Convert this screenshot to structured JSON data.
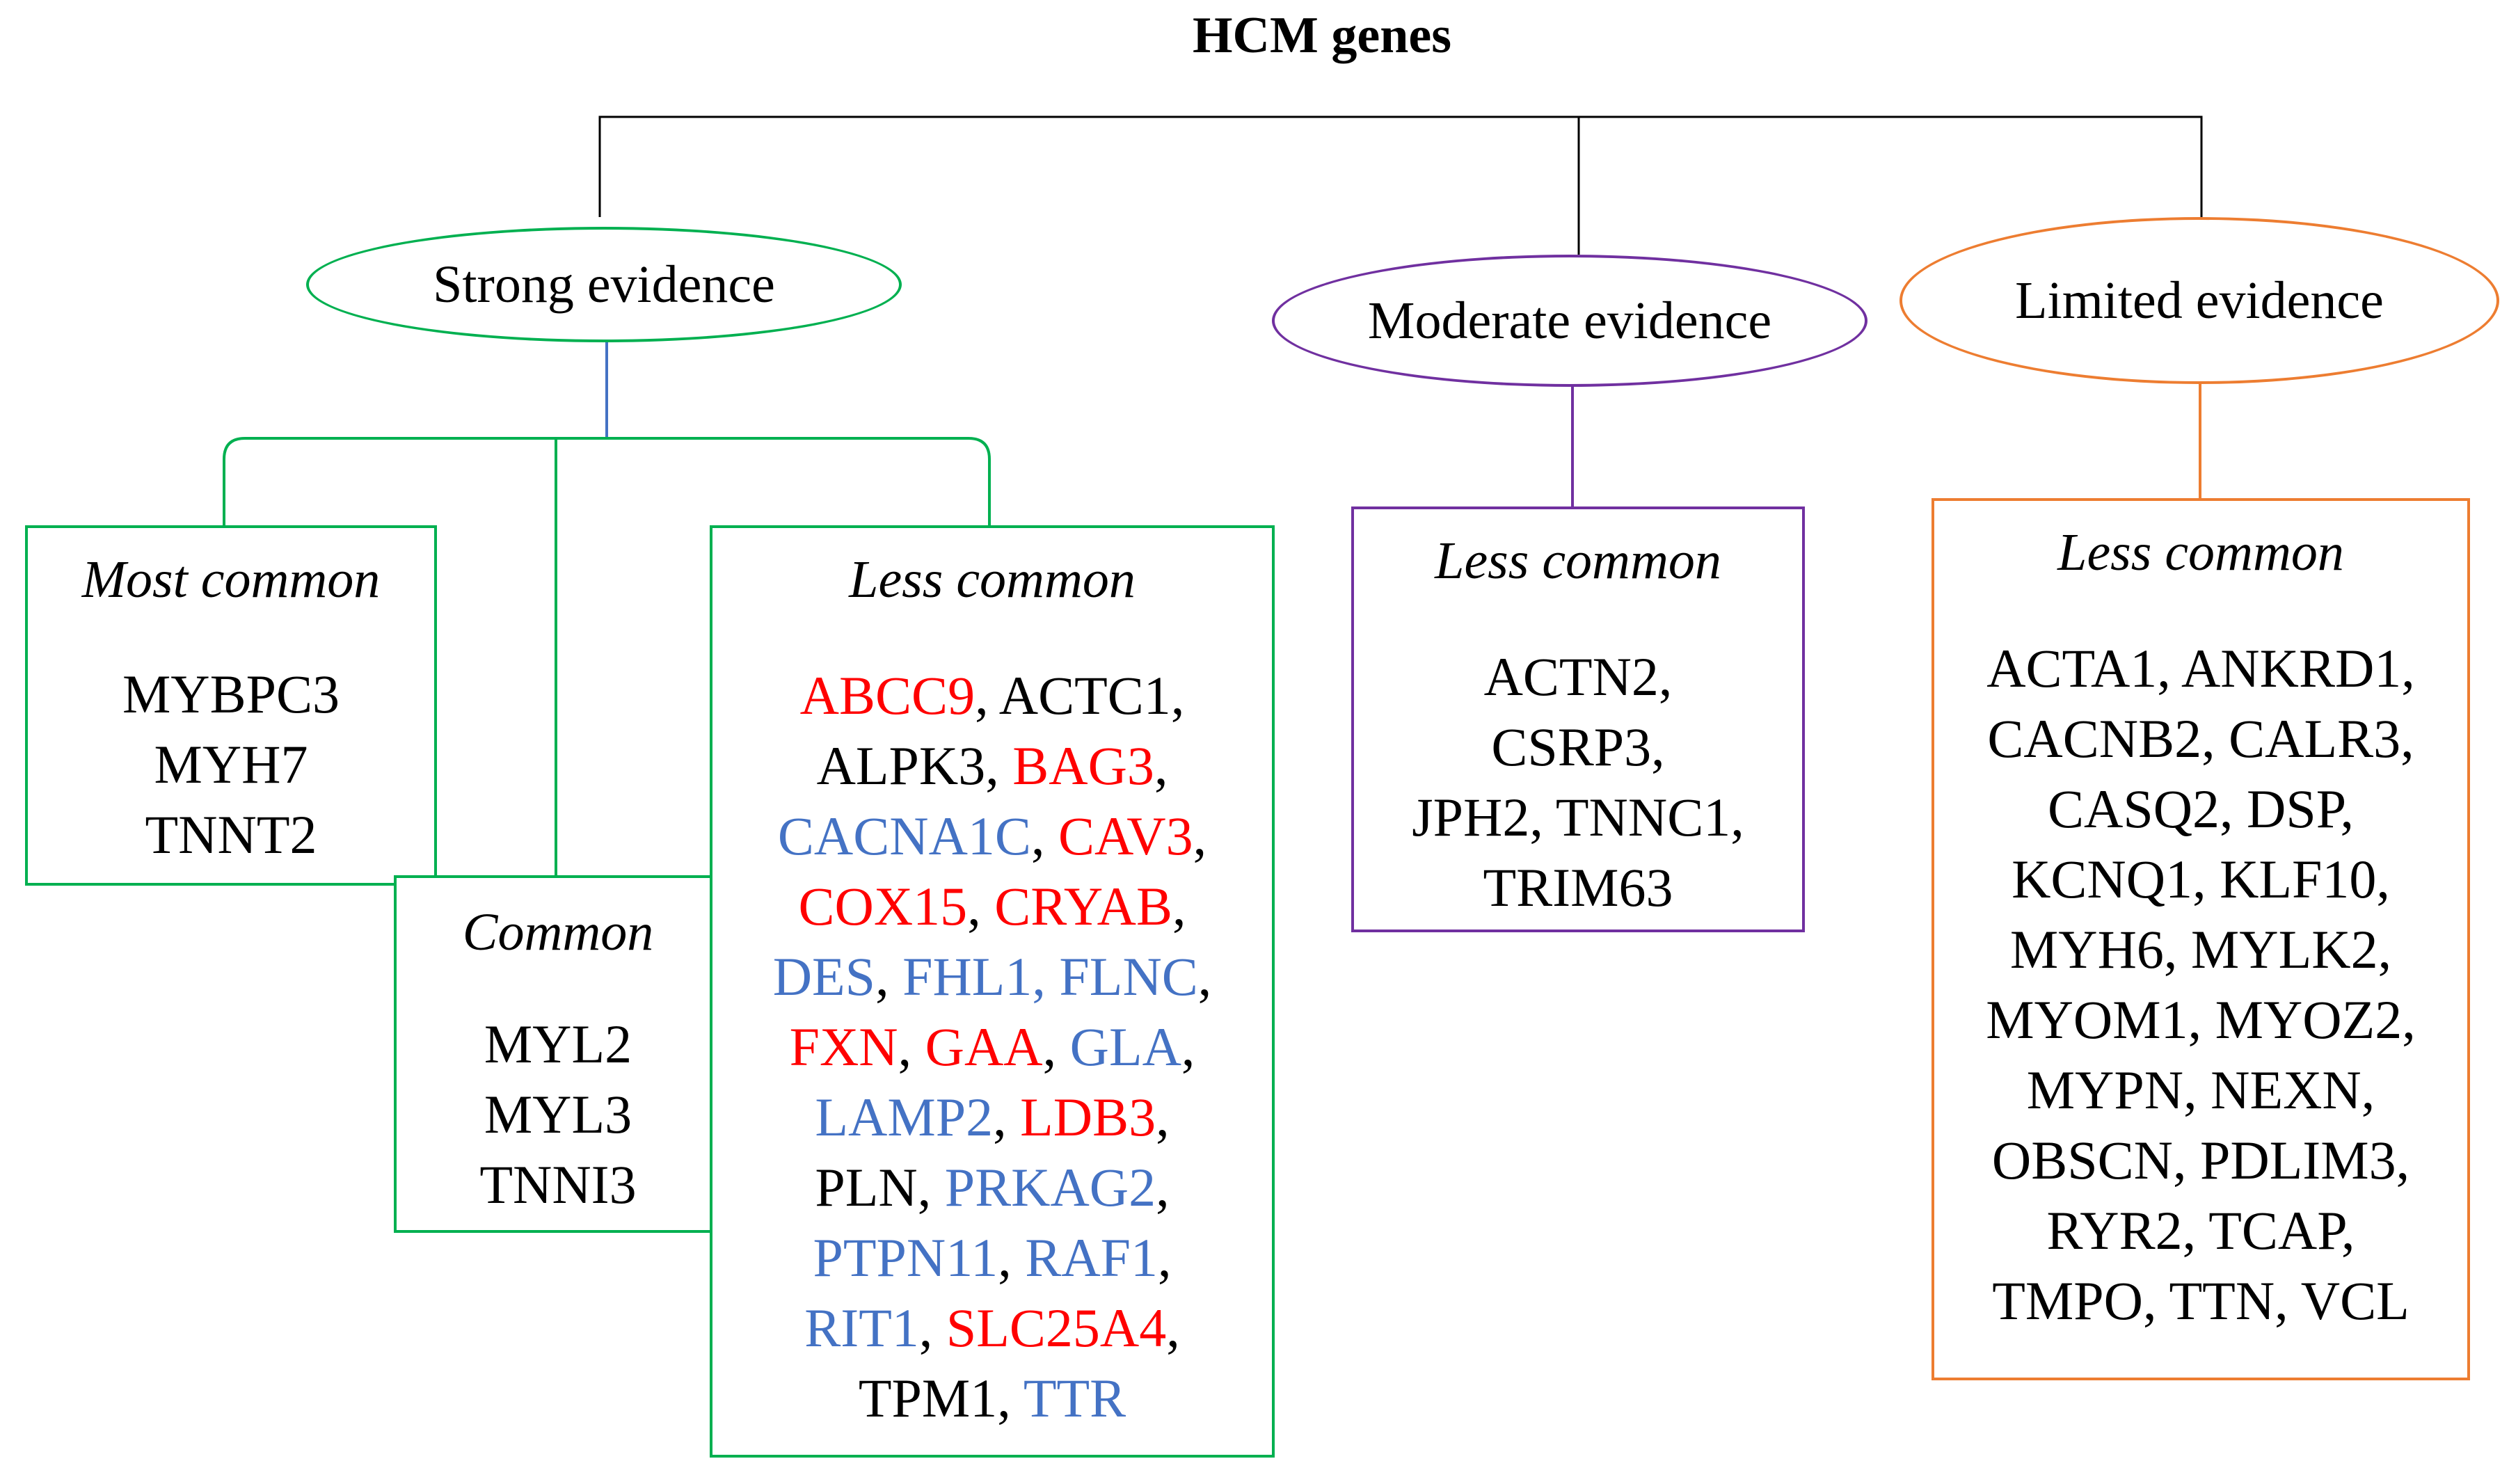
{
  "title": "HCM genes",
  "colors": {
    "strong": "#00b050",
    "moderate": "#7030a0",
    "limited": "#ed7d31",
    "connector_blue": "#4472c4",
    "gene_red": "#ff0000",
    "gene_blue": "#4472c4",
    "gene_black": "#000000"
  },
  "legend_note": "",
  "categories": {
    "strong": {
      "label": "Strong evidence",
      "most_common": {
        "title": "Most common",
        "genes": [
          "MYBPC3",
          "MYH7",
          "TNNT2"
        ]
      },
      "common": {
        "title": "Common",
        "genes": [
          "MYL2",
          "MYL3",
          "TNNI3"
        ]
      },
      "less_common": {
        "title": "Less common",
        "lines": [
          [
            {
              "t": "ABCC9",
              "c": "red"
            },
            {
              "t": ", ",
              "c": "black"
            },
            {
              "t": "ACTC1",
              "c": "black"
            },
            {
              "t": ",",
              "c": "black"
            }
          ],
          [
            {
              "t": "ALPK3",
              "c": "black"
            },
            {
              "t": ", ",
              "c": "black"
            },
            {
              "t": "BAG3",
              "c": "red"
            },
            {
              "t": ",",
              "c": "black"
            }
          ],
          [
            {
              "t": "CACNA1C",
              "c": "blue"
            },
            {
              "t": ", ",
              "c": "black"
            },
            {
              "t": "CAV3",
              "c": "red"
            },
            {
              "t": ",",
              "c": "black"
            }
          ],
          [
            {
              "t": "COX15",
              "c": "red"
            },
            {
              "t": ", ",
              "c": "black"
            },
            {
              "t": "CRYAB",
              "c": "red"
            },
            {
              "t": ",",
              "c": "black"
            }
          ],
          [
            {
              "t": "DES",
              "c": "blue"
            },
            {
              "t": ", ",
              "c": "black"
            },
            {
              "t": "FHL1, FLNC",
              "c": "blue"
            },
            {
              "t": ",",
              "c": "black"
            }
          ],
          [
            {
              "t": "FXN",
              "c": "red"
            },
            {
              "t": ", ",
              "c": "black"
            },
            {
              "t": "GAA",
              "c": "red"
            },
            {
              "t": ", ",
              "c": "black"
            },
            {
              "t": "GLA",
              "c": "blue"
            },
            {
              "t": ",",
              "c": "black"
            }
          ],
          [
            {
              "t": "LAMP2",
              "c": "blue"
            },
            {
              "t": ", ",
              "c": "black"
            },
            {
              "t": "LDB3",
              "c": "red"
            },
            {
              "t": ",",
              "c": "black"
            }
          ],
          [
            {
              "t": "PLN",
              "c": "black"
            },
            {
              "t": ", ",
              "c": "black"
            },
            {
              "t": "PRKAG2",
              "c": "blue"
            },
            {
              "t": ",",
              "c": "black"
            }
          ],
          [
            {
              "t": "PTPN11",
              "c": "blue"
            },
            {
              "t": ", ",
              "c": "black"
            },
            {
              "t": "RAF1",
              "c": "blue"
            },
            {
              "t": ",",
              "c": "black"
            }
          ],
          [
            {
              "t": "RIT1",
              "c": "blue"
            },
            {
              "t": ", ",
              "c": "black"
            },
            {
              "t": "SLC25A4",
              "c": "red"
            },
            {
              "t": ",",
              "c": "black"
            }
          ],
          [
            {
              "t": "TPM1",
              "c": "black"
            },
            {
              "t": ", ",
              "c": "black"
            },
            {
              "t": "TTR",
              "c": "blue"
            }
          ]
        ]
      }
    },
    "moderate": {
      "label": "Moderate evidence",
      "less_common": {
        "title": "Less common",
        "genes": [
          "ACTN2,",
          "CSRP3,",
          "JPH2, TNNC1,",
          "TRIM63"
        ]
      }
    },
    "limited": {
      "label": "Limited evidence",
      "less_common": {
        "title": "Less common",
        "genes": [
          "ACTA1, ANKRD1,",
          "CACNB2, CALR3,",
          "CASQ2, DSP,",
          "KCNQ1, KLF10,",
          "MYH6, MYLK2,",
          "MYOM1, MYOZ2,",
          "MYPN, NEXN,",
          "OBSCN, PDLIM3,",
          "RYR2, TCAP,",
          "TMPO, TTN, VCL"
        ]
      }
    }
  }
}
